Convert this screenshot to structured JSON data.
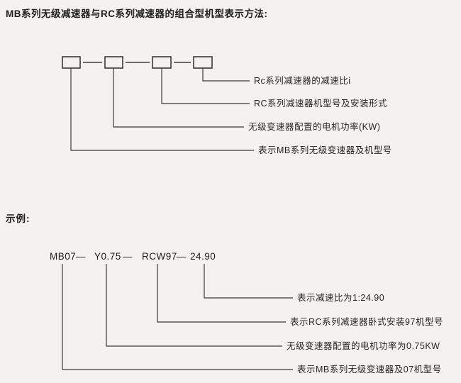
{
  "title": "MB系列无级减速器与RC系列减速器的组合型机型表示方法:",
  "colors": {
    "background": "#f3f2ee",
    "ink": "#1f1f1f",
    "line": "#3a3a3a"
  },
  "diagram": {
    "labels": [
      "Rc系列减速器的减速比i",
      "RC系列减速器机型号及安装形式",
      "无级变速器配置的电机功率(KW)",
      "表示MB系列无级变速器及机型号"
    ]
  },
  "example": {
    "heading": "示例:",
    "separator": "—",
    "code_parts": [
      "MB07",
      "Y0.75",
      "RCW97",
      "24.90"
    ],
    "labels": [
      "表示减速比为1:24.90",
      "表示RC系列减速器卧式安装97机型号",
      "无级变速器配置的电机功率为0.75KW",
      "表示MB系列无级变速器及07机型号"
    ]
  }
}
